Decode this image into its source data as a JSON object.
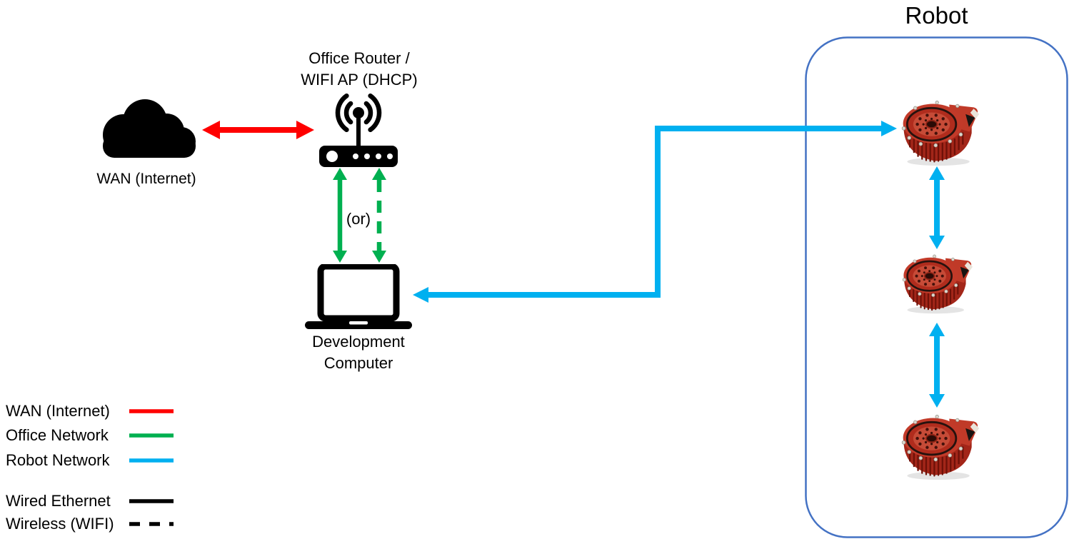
{
  "nodes": {
    "wan": {
      "label": "WAN (Internet)"
    },
    "router": {
      "label_line1": "Office Router /",
      "label_line2": "WIFI AP (DHCP)"
    },
    "dev_computer": {
      "label_line1": "Development",
      "label_line2": "Computer"
    },
    "robot": {
      "title": "Robot",
      "actuator_count": 3
    }
  },
  "connections": {
    "or_label": "(or)",
    "links": [
      {
        "from": "WAN (Internet)",
        "to": "Office Router / WIFI AP (DHCP)",
        "network": "WAN (Internet)",
        "line_style": "wired"
      },
      {
        "from": "Office Router / WIFI AP (DHCP)",
        "to": "Development Computer",
        "network": "Office Network",
        "line_style": "wired"
      },
      {
        "from": "Office Router / WIFI AP (DHCP)",
        "to": "Development Computer",
        "network": "Office Network",
        "line_style": "wireless",
        "note": "(or)"
      },
      {
        "from": "Development Computer",
        "to": "Robot actuator 1",
        "network": "Robot Network",
        "line_style": "wired"
      },
      {
        "from": "Robot actuator 1",
        "to": "Robot actuator 2",
        "network": "Robot Network",
        "line_style": "wired"
      },
      {
        "from": "Robot actuator 2",
        "to": "Robot actuator 3",
        "network": "Robot Network",
        "line_style": "wired"
      }
    ]
  },
  "legend": {
    "items": [
      {
        "label": "WAN (Internet)",
        "color": "#FF0000",
        "line_style": "solid"
      },
      {
        "label": "Office Network",
        "color": "#00B050",
        "line_style": "solid"
      },
      {
        "label": "Robot Network",
        "color": "#00B0F0",
        "line_style": "solid"
      },
      {
        "label": "Wired Ethernet",
        "color": "#000000",
        "line_style": "solid"
      },
      {
        "label": "Wireless (WIFI)",
        "color": "#000000",
        "line_style": "dashed"
      }
    ]
  },
  "colors": {
    "wan_network": "#FF0000",
    "office_network": "#00B050",
    "robot_network": "#00B0F0",
    "wired": "#000000",
    "robot_box_border": "#4472C4",
    "icon_black": "#000000"
  }
}
